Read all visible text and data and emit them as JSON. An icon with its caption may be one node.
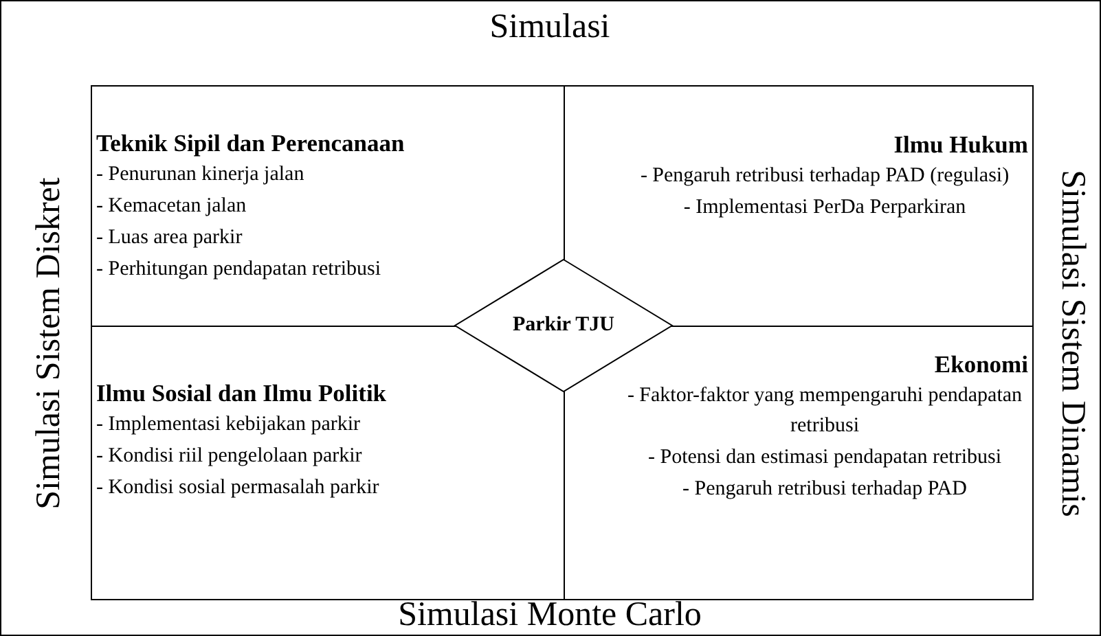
{
  "diagram": {
    "nodes": [
      {
        "text": [
          "Teknik Sipil dan Perencanaan",
          "- Penurunan kinerja jalan",
          "- Kemacetan jalan",
          "- Luas area parkir",
          "- Perhitungan pendapatan retribusi"
        ]
      },
      {
        "text": [
          "Ilmu Hukum",
          "- Pengaruh retribusi terhadap PAD (regulasi)",
          "- Implementasi PerDa Perparkiran"
        ]
      },
      {
        "text": [
          "Ilmu Sosial dan Ilmu Politik",
          "- Implementasi kebijakan parkir",
          "- Kondisi riil pengelolaan parkir",
          "- Kondisi sosial permasalah parkir"
        ]
      },
      {
        "text": [
          "Ekonomi",
          "- Faktor-faktor yang mempengaruhi pendapatan retribusi",
          "- Potensi dan estimasi pendapatan retribusi",
          "- Pengaruh retribusi terhadap PAD"
        ]
      },
      {
        "text": [
          "Parkir TJU"
        ]
      }
    ],
    "labels": [
      "Simulasi",
      "Simulasi Sistem Diskret",
      "Simulasi Sistem Dinamis",
      "Simulasi Monte Carlo"
    ]
  }
}
